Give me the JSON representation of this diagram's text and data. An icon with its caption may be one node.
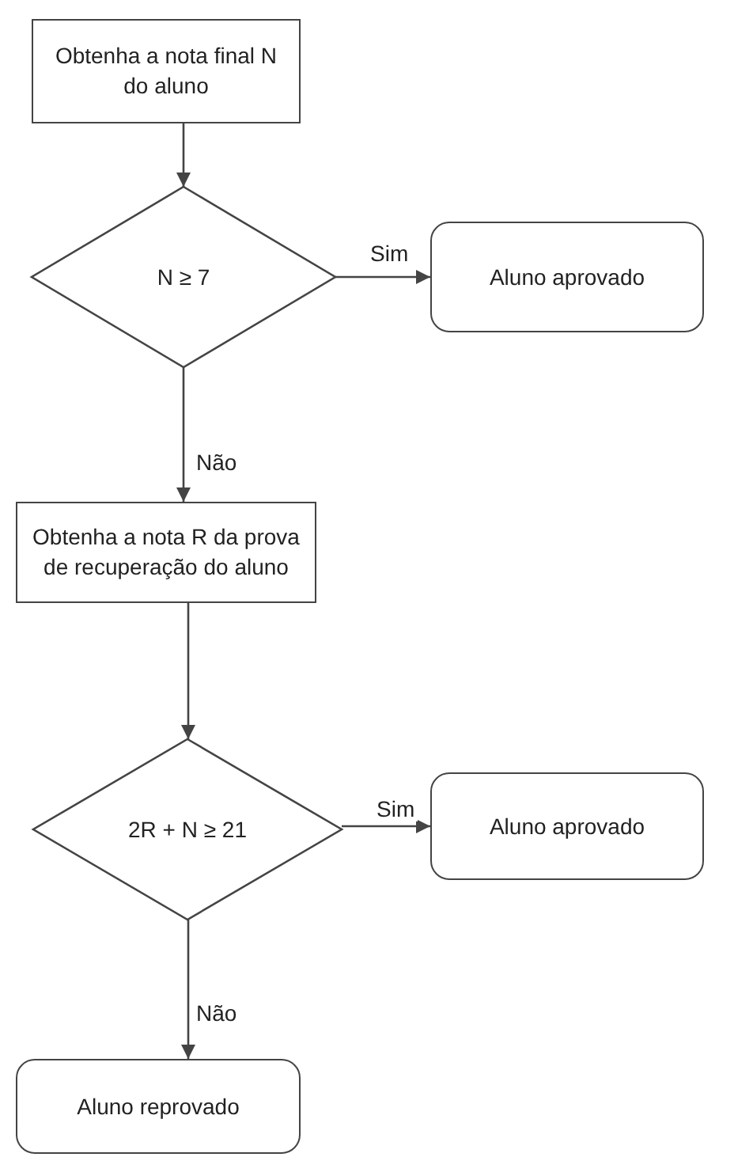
{
  "diagram": {
    "nodes": [
      {
        "text": [
          "Obtenha a nota final N do aluno"
        ]
      },
      {
        "text": [
          "N ≥ 7"
        ]
      },
      {
        "text": [
          "Aluno aprovado"
        ]
      },
      {
        "text": [
          "Obtenha a nota R da prova de recuperação do aluno"
        ]
      },
      {
        "text": [
          "2R + N ≥ 21"
        ]
      },
      {
        "text": [
          "Aluno aprovado"
        ]
      },
      {
        "text": [
          "Aluno reprovado"
        ]
      }
    ],
    "edges": [
      {
        "from": 0,
        "to": 1,
        "arrow": "to"
      },
      {
        "from": 1,
        "to": 2,
        "arrow": "to",
        "label": "Sim"
      },
      {
        "from": 1,
        "to": 3,
        "arrow": "to",
        "label": "Não"
      },
      {
        "from": 3,
        "to": 4,
        "arrow": "to"
      },
      {
        "from": 4,
        "to": 5,
        "arrow": "to",
        "label": "Sim"
      },
      {
        "from": 4,
        "to": 6,
        "arrow": "to",
        "label": "Não"
      }
    ]
  }
}
